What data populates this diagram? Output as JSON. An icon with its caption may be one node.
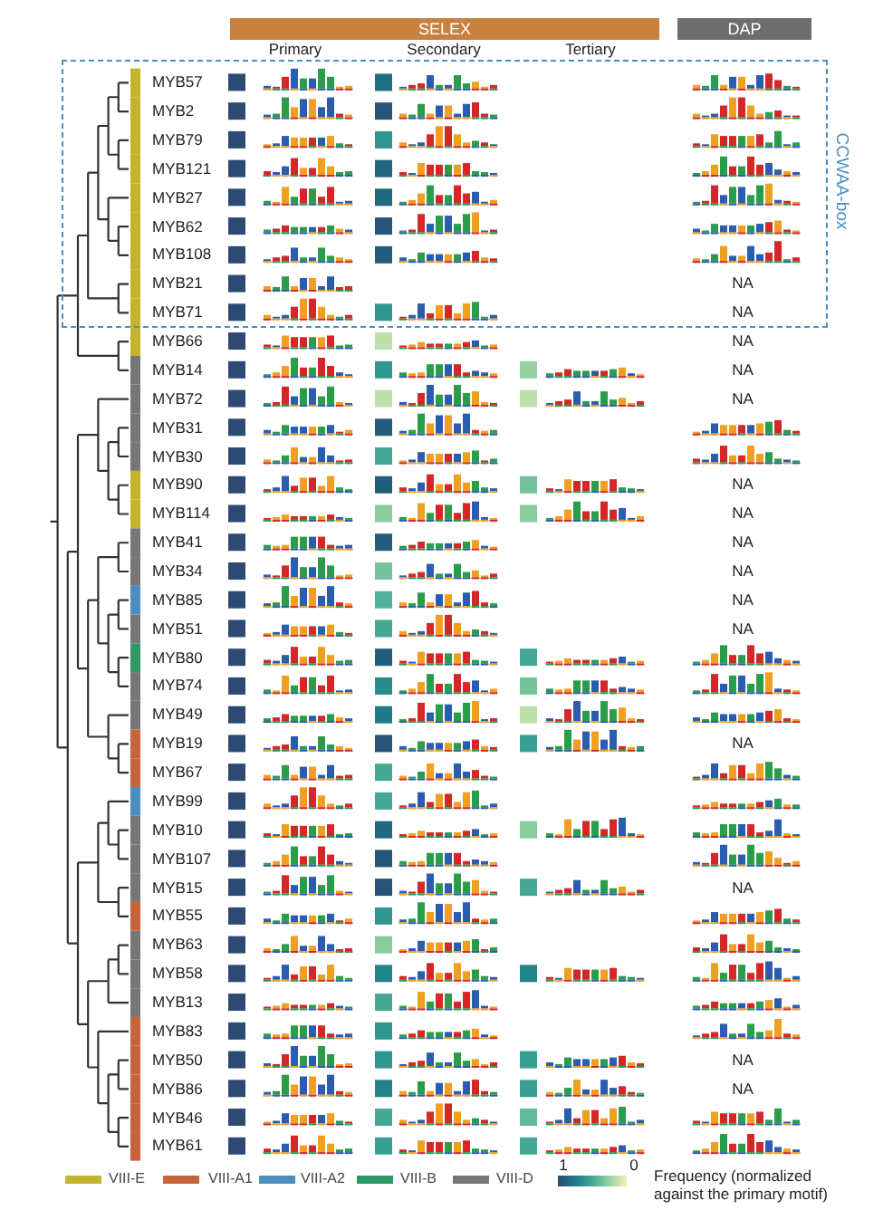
{
  "diagram": {
    "nodes": [
      {
        "text": [
          "SELEX"
        ]
      },
      {
        "text": [
          "DAP"
        ]
      },
      {
        "text": [
          "CCWAA-box"
        ]
      }
    ],
    "labels": [
      "Primary",
      "Secondary",
      "Tertiary",
      "MYB57",
      "MYB2",
      "MYB79",
      "MYB121",
      "MYB27",
      "MYB62",
      "MYB108",
      "MYB21",
      "NA",
      "MYB71",
      "NA",
      "MYB66",
      "NA",
      "MYB14",
      "NA",
      "MYB72",
      "NA",
      "MYB31",
      "MYB30",
      "MYB90",
      "NA",
      "MYB114",
      "NA",
      "MYB41",
      "NA",
      "MYB34",
      "NA",
      "MYB85",
      "NA",
      "MYB51",
      "NA",
      "MYB80",
      "MYB74",
      "MYB49",
      "MYB19",
      "NA",
      "MYB67",
      "MYB99",
      "MYB10",
      "MYB107",
      "MYB15",
      "NA",
      "MYB55",
      "MYB63",
      "MYB58",
      "MYB13",
      "MYB83",
      "MYB50",
      "NA",
      "MYB86",
      "NA",
      "MYB46",
      "MYB61",
      "1",
      "0",
      "Frequency (normalized against the primary motif)"
    ],
    "legend": [
      {
        "text": "VIII-E",
        "color": "#c3b42c"
      },
      {
        "text": "VIII-A1",
        "color": "#c8643a"
      },
      {
        "text": "VIII-A2",
        "color": "#4a8fbf"
      },
      {
        "text": "VIII-B",
        "color": "#2e9966"
      },
      {
        "text": "VIII-D",
        "color": "#777777"
      }
    ]
  }
}
